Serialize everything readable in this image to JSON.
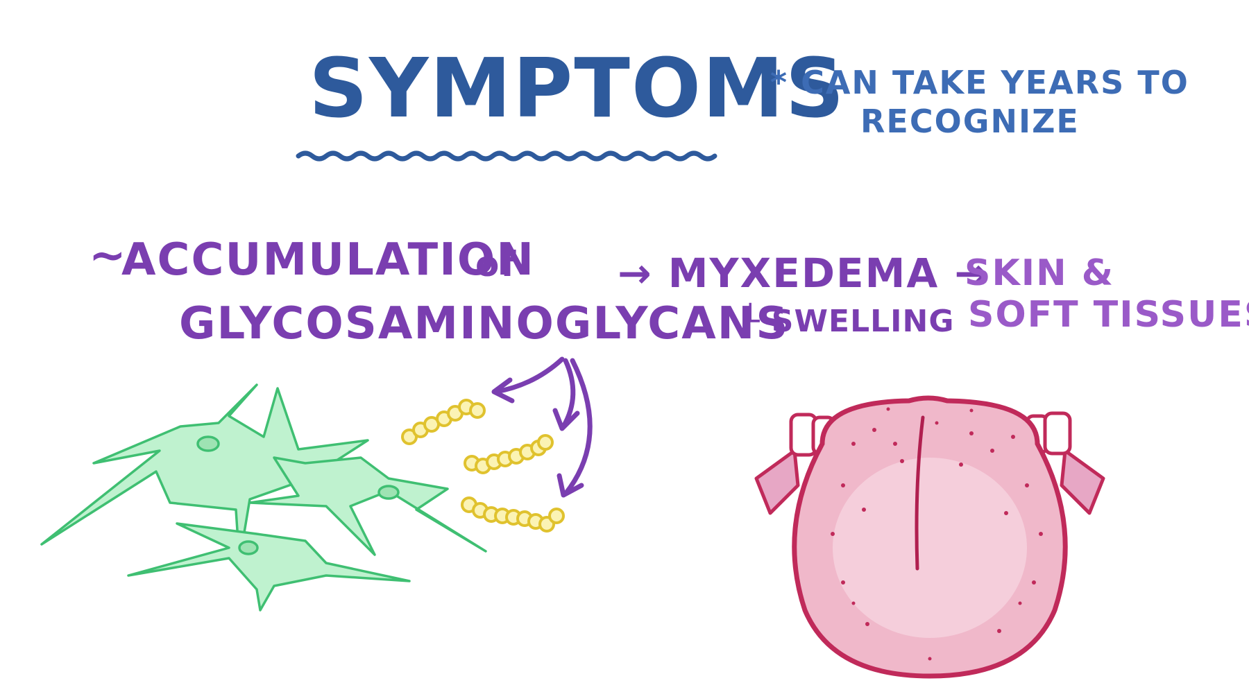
{
  "colors": {
    "title": "#2e5a9c",
    "note": "#3d6cb5",
    "purple": "#7a3eb0",
    "cell_fill": "#b8f0c8",
    "cell_stroke": "#3fbf72",
    "chain": "#e6c832",
    "tongue": "#c02a5a",
    "tongue_fill": "#f3c5d3"
  },
  "title": "Symptoms",
  "note": {
    "line1": "* Can take years to",
    "line2": "recognize"
  },
  "left": {
    "tilde": "~",
    "line1": "Accumulation",
    "of": "of",
    "line2": "Glycosaminoglycans"
  },
  "right": {
    "myxedema": "→ Myxedema →",
    "swelling": "└ Swelling",
    "skin_line1": "Skin &",
    "skin_line2": "Soft tissues"
  },
  "icons": [
    "fibroblast-cell-icon",
    "gag-chain-icon",
    "tongue-illustration"
  ]
}
